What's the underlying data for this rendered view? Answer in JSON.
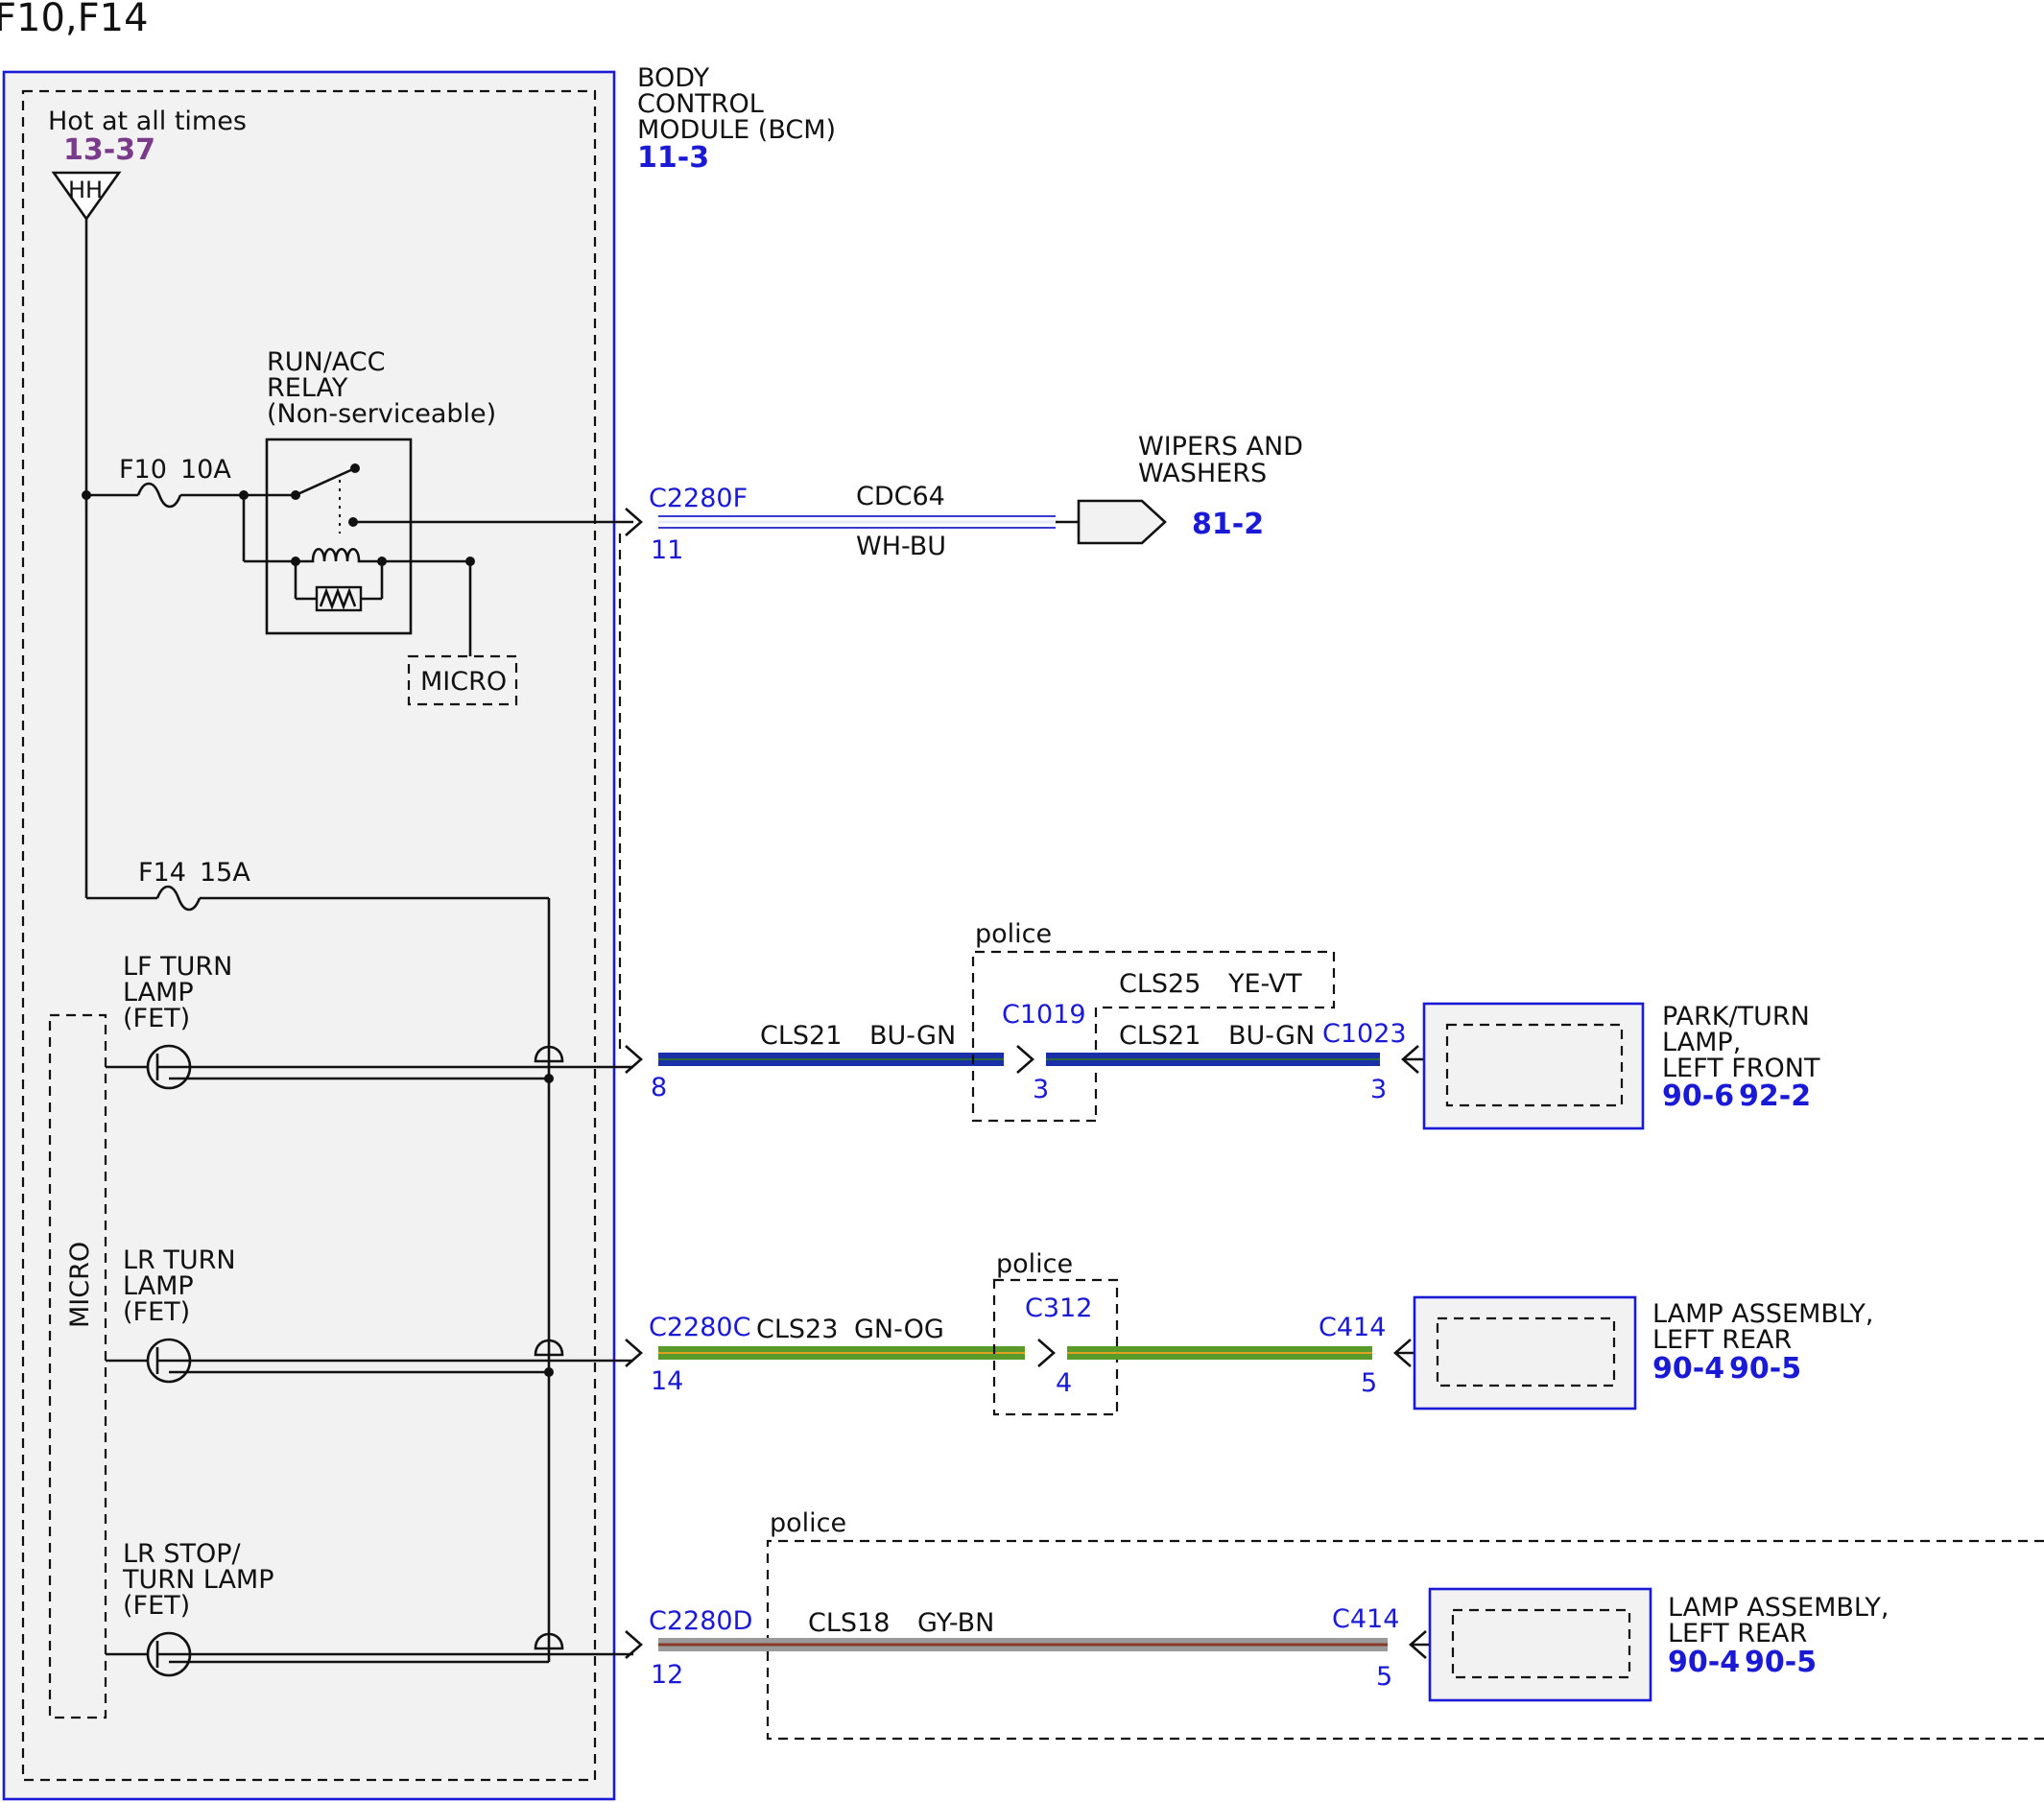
{
  "title": "F10,F14",
  "colors": {
    "module_border": "#1a1ad6",
    "module_fill": "#f2f2f2",
    "pin_text": "#1a1ad6",
    "hot_ref": "#7a3b8a",
    "wire_wh_bu": "#3b3bd0",
    "wire_bu_gn": "#1b2fa8",
    "wire_gn_og": "#5a9a2a",
    "wire_gy_bn": "#9a7070"
  },
  "power": {
    "label": "Hot at all times",
    "ref": "13-37",
    "symbol": "HH"
  },
  "bcm": {
    "line1": "BODY",
    "line2": "CONTROL",
    "line3": "MODULE (BCM)",
    "ref": "11-3"
  },
  "relay": {
    "line1": "RUN/ACC",
    "line2": "RELAY",
    "line3": "(Non-serviceable)"
  },
  "micro_box": "MICRO",
  "micro_vertical": "MICRO",
  "fuses": [
    {
      "name": "F10",
      "rating": "10A"
    },
    {
      "name": "F14",
      "rating": "15A"
    }
  ],
  "drivers": [
    {
      "line1": "LF TURN",
      "line2": "LAMP",
      "line3": "(FET)"
    },
    {
      "line1": "LR TURN",
      "line2": "LAMP",
      "line3": "(FET)"
    },
    {
      "line1": "LR STOP/",
      "line2": "TURN LAMP",
      "line3": "(FET)"
    }
  ],
  "circuits": [
    {
      "connector": "C2280F",
      "pin": "11",
      "circuit": "CDC64",
      "color": "WH-BU",
      "dest_line1": "WIPERS AND",
      "dest_line2": "WASHERS",
      "dest_ref": "81-2"
    },
    {
      "connector": "",
      "pin": "8",
      "circuit": "CLS21",
      "color": "BU-GN",
      "police": "police",
      "inline_connector": "C1019",
      "inline_pin": "3",
      "alt_circuit": "CLS25",
      "alt_color": "YE-VT",
      "circuit2": "CLS21",
      "color2": "BU-GN",
      "end_connector": "C1023",
      "end_pin": "3",
      "dest_line1": "PARK/TURN",
      "dest_line2": "LAMP,",
      "dest_line3": "LEFT FRONT",
      "dest_refs": [
        "90-6",
        "92-2"
      ]
    },
    {
      "connector": "C2280C",
      "pin": "14",
      "circuit": "CLS23",
      "color": "GN-OG",
      "police": "police",
      "inline_connector": "C312",
      "inline_pin": "4",
      "end_connector": "C414",
      "end_pin": "5",
      "dest_line1": "LAMP ASSEMBLY,",
      "dest_line2": "LEFT REAR",
      "dest_refs": [
        "90-4",
        "90-5"
      ]
    },
    {
      "connector": "C2280D",
      "pin": "12",
      "circuit": "CLS18",
      "color": "GY-BN",
      "police": "police",
      "end_connector": "C414",
      "end_pin": "5",
      "dest_line1": "LAMP ASSEMBLY,",
      "dest_line2": "LEFT REAR",
      "dest_refs": [
        "90-4",
        "90-5"
      ]
    }
  ]
}
